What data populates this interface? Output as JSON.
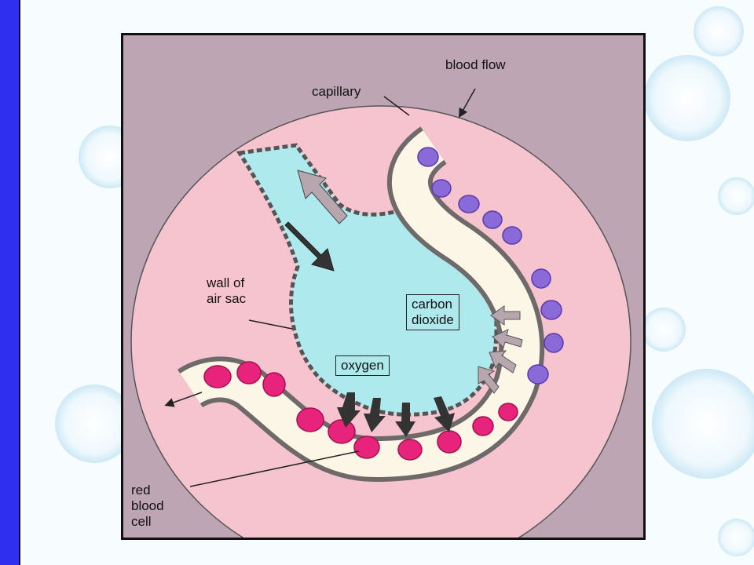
{
  "labels": {
    "blood_flow": "blood flow",
    "capillary": "capillary",
    "wall_line1": "wall of",
    "wall_line2": "air sac",
    "carbon_line1": "carbon",
    "carbon_line2": "dioxide",
    "oxygen": "oxygen",
    "rbc_line1": "red",
    "rbc_line2": "blood",
    "rbc_line3": "cell"
  },
  "colors": {
    "accent_bar": "#2f2ff0",
    "figure_background": "#bda5b3",
    "tissue_pink": "#f6c4cf",
    "air_sac": "#aee9ee",
    "capillary": "#fbf6e6",
    "oxygenated_cell": "#e8237c",
    "deoxygenated_cell": "#8a6ad9",
    "arrow_dark": "#333333",
    "arrow_grey": "#b7a6ae"
  }
}
